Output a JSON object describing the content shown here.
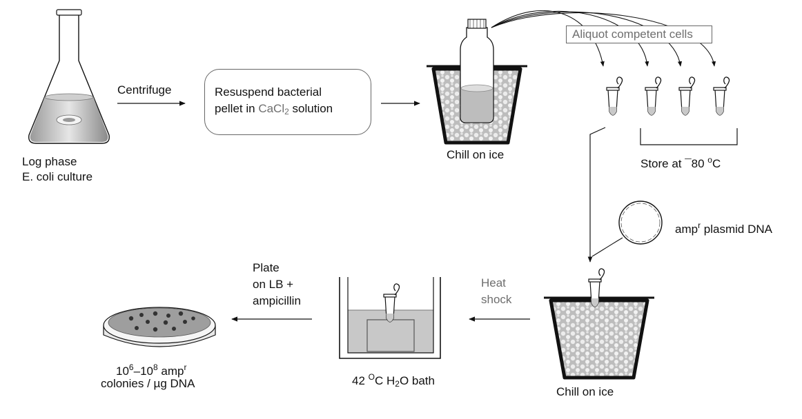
{
  "labels": {
    "culture": [
      "Log phase",
      "E. coli culture"
    ],
    "centrifuge": "Centrifuge",
    "resuspend": {
      "line1": "Resuspend bacterial",
      "line2_pre": "pellet in ",
      "reagent": "CaCl",
      "reagent_sub": "2",
      "line2_post": " solution"
    },
    "chill_top": "Chill on ice",
    "aliquot": "Aliquot competent cells",
    "store": {
      "pre": "Store at ",
      "temp": "¯80 ",
      "deg": "o",
      "unit": "C"
    },
    "plasmid": {
      "pre": "amp",
      "sup": "r",
      "post": " plasmid DNA"
    },
    "heat_shock": [
      "Heat",
      "shock"
    ],
    "chill_bottom": "Chill on ice",
    "bath": {
      "pre": "42 ",
      "deg": "O",
      "unit": "C H",
      "sub": "2",
      "post": "O bath"
    },
    "plate": [
      "Plate",
      "on LB +",
      "ampicillin"
    ],
    "colonies": {
      "base1": "10",
      "exp1": "6",
      "dash": "–",
      "base2": "10",
      "exp2": "8",
      "amp": " amp",
      "amp_sup": "r",
      "line2": "colonies / µg DNA"
    }
  },
  "colors": {
    "line": "#111111",
    "box_border": "#666666",
    "gray_text": "#6e6e6e",
    "ice": "#d8d8d8",
    "liquid": "#c8c8c8"
  }
}
